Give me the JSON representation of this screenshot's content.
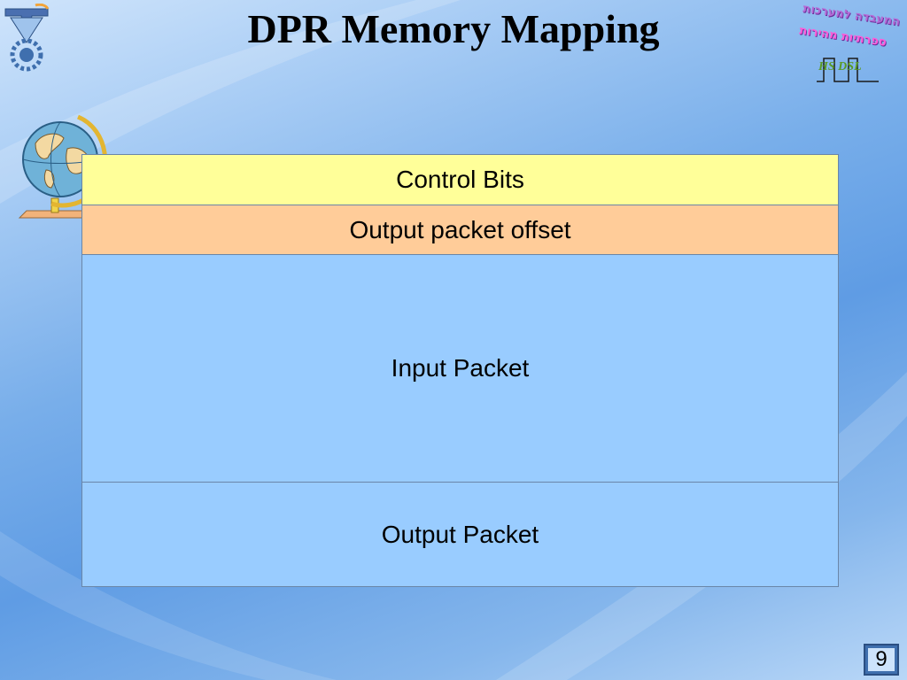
{
  "slide": {
    "title": "DPR Memory Mapping",
    "number": "9"
  },
  "lab_logo": {
    "line1": "המעבדה למערכות",
    "line2": "ספרתיות מהירות",
    "acronym": "HS DSL"
  },
  "memory_map": {
    "regions": [
      {
        "label": "Control Bits",
        "color": "#ffff99"
      },
      {
        "label": "Output packet offset",
        "color": "#ffcc99"
      },
      {
        "label": "Input Packet",
        "color": "#99ccff"
      },
      {
        "label": "Output Packet",
        "color": "#99ccff"
      }
    ]
  }
}
